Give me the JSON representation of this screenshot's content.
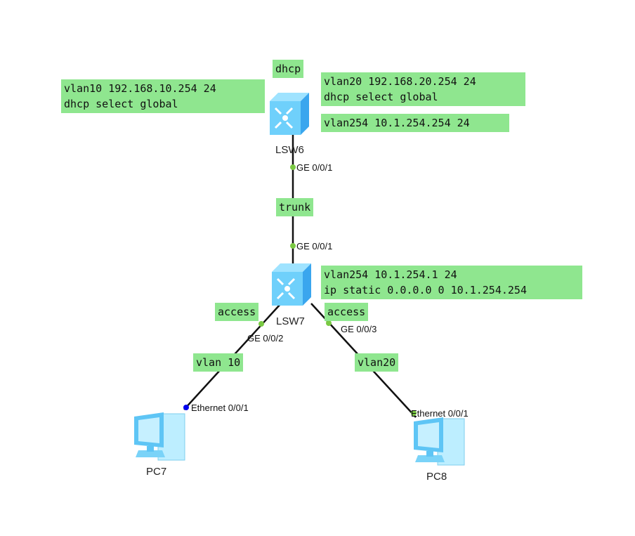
{
  "devices": {
    "lsw6": {
      "name": "LSW6",
      "icon": "switch-icon"
    },
    "lsw7": {
      "name": "LSW7",
      "icon": "switch-icon"
    },
    "pc7": {
      "name": "PC7",
      "icon": "pc-icon"
    },
    "pc8": {
      "name": "PC8",
      "icon": "pc-icon"
    }
  },
  "notes": {
    "dhcp": "dhcp",
    "lsw6_vlan10_l1": "vlan10 192.168.10.254 24",
    "lsw6_vlan10_l2": "dhcp select global",
    "lsw6_vlan20_l1": "vlan20 192.168.20.254 24",
    "lsw6_vlan20_l2": "dhcp select global",
    "lsw6_vlan254": "vlan254 10.1.254.254 24",
    "trunk": "trunk",
    "lsw7_vlan254_l1": "vlan254 10.1.254.1 24",
    "lsw7_vlan254_l2": "ip static 0.0.0.0 0 10.1.254.254",
    "access_left": "access",
    "access_right": "access",
    "vlan10": "vlan 10",
    "vlan20": "vlan20"
  },
  "ports": {
    "lsw6_ge": "GE 0/0/1",
    "lsw7_ge1": "GE 0/0/1",
    "lsw7_ge2": "GE 0/0/2",
    "lsw7_ge3": "GE 0/0/3",
    "pc7_eth": "Ethernet 0/0/1",
    "pc8_eth": "Ethernet 0/0/1"
  },
  "colors": {
    "note_bg": "#8fe68f",
    "port_dot": "#7ac943",
    "pc7_port_dot": "#0000ee"
  }
}
